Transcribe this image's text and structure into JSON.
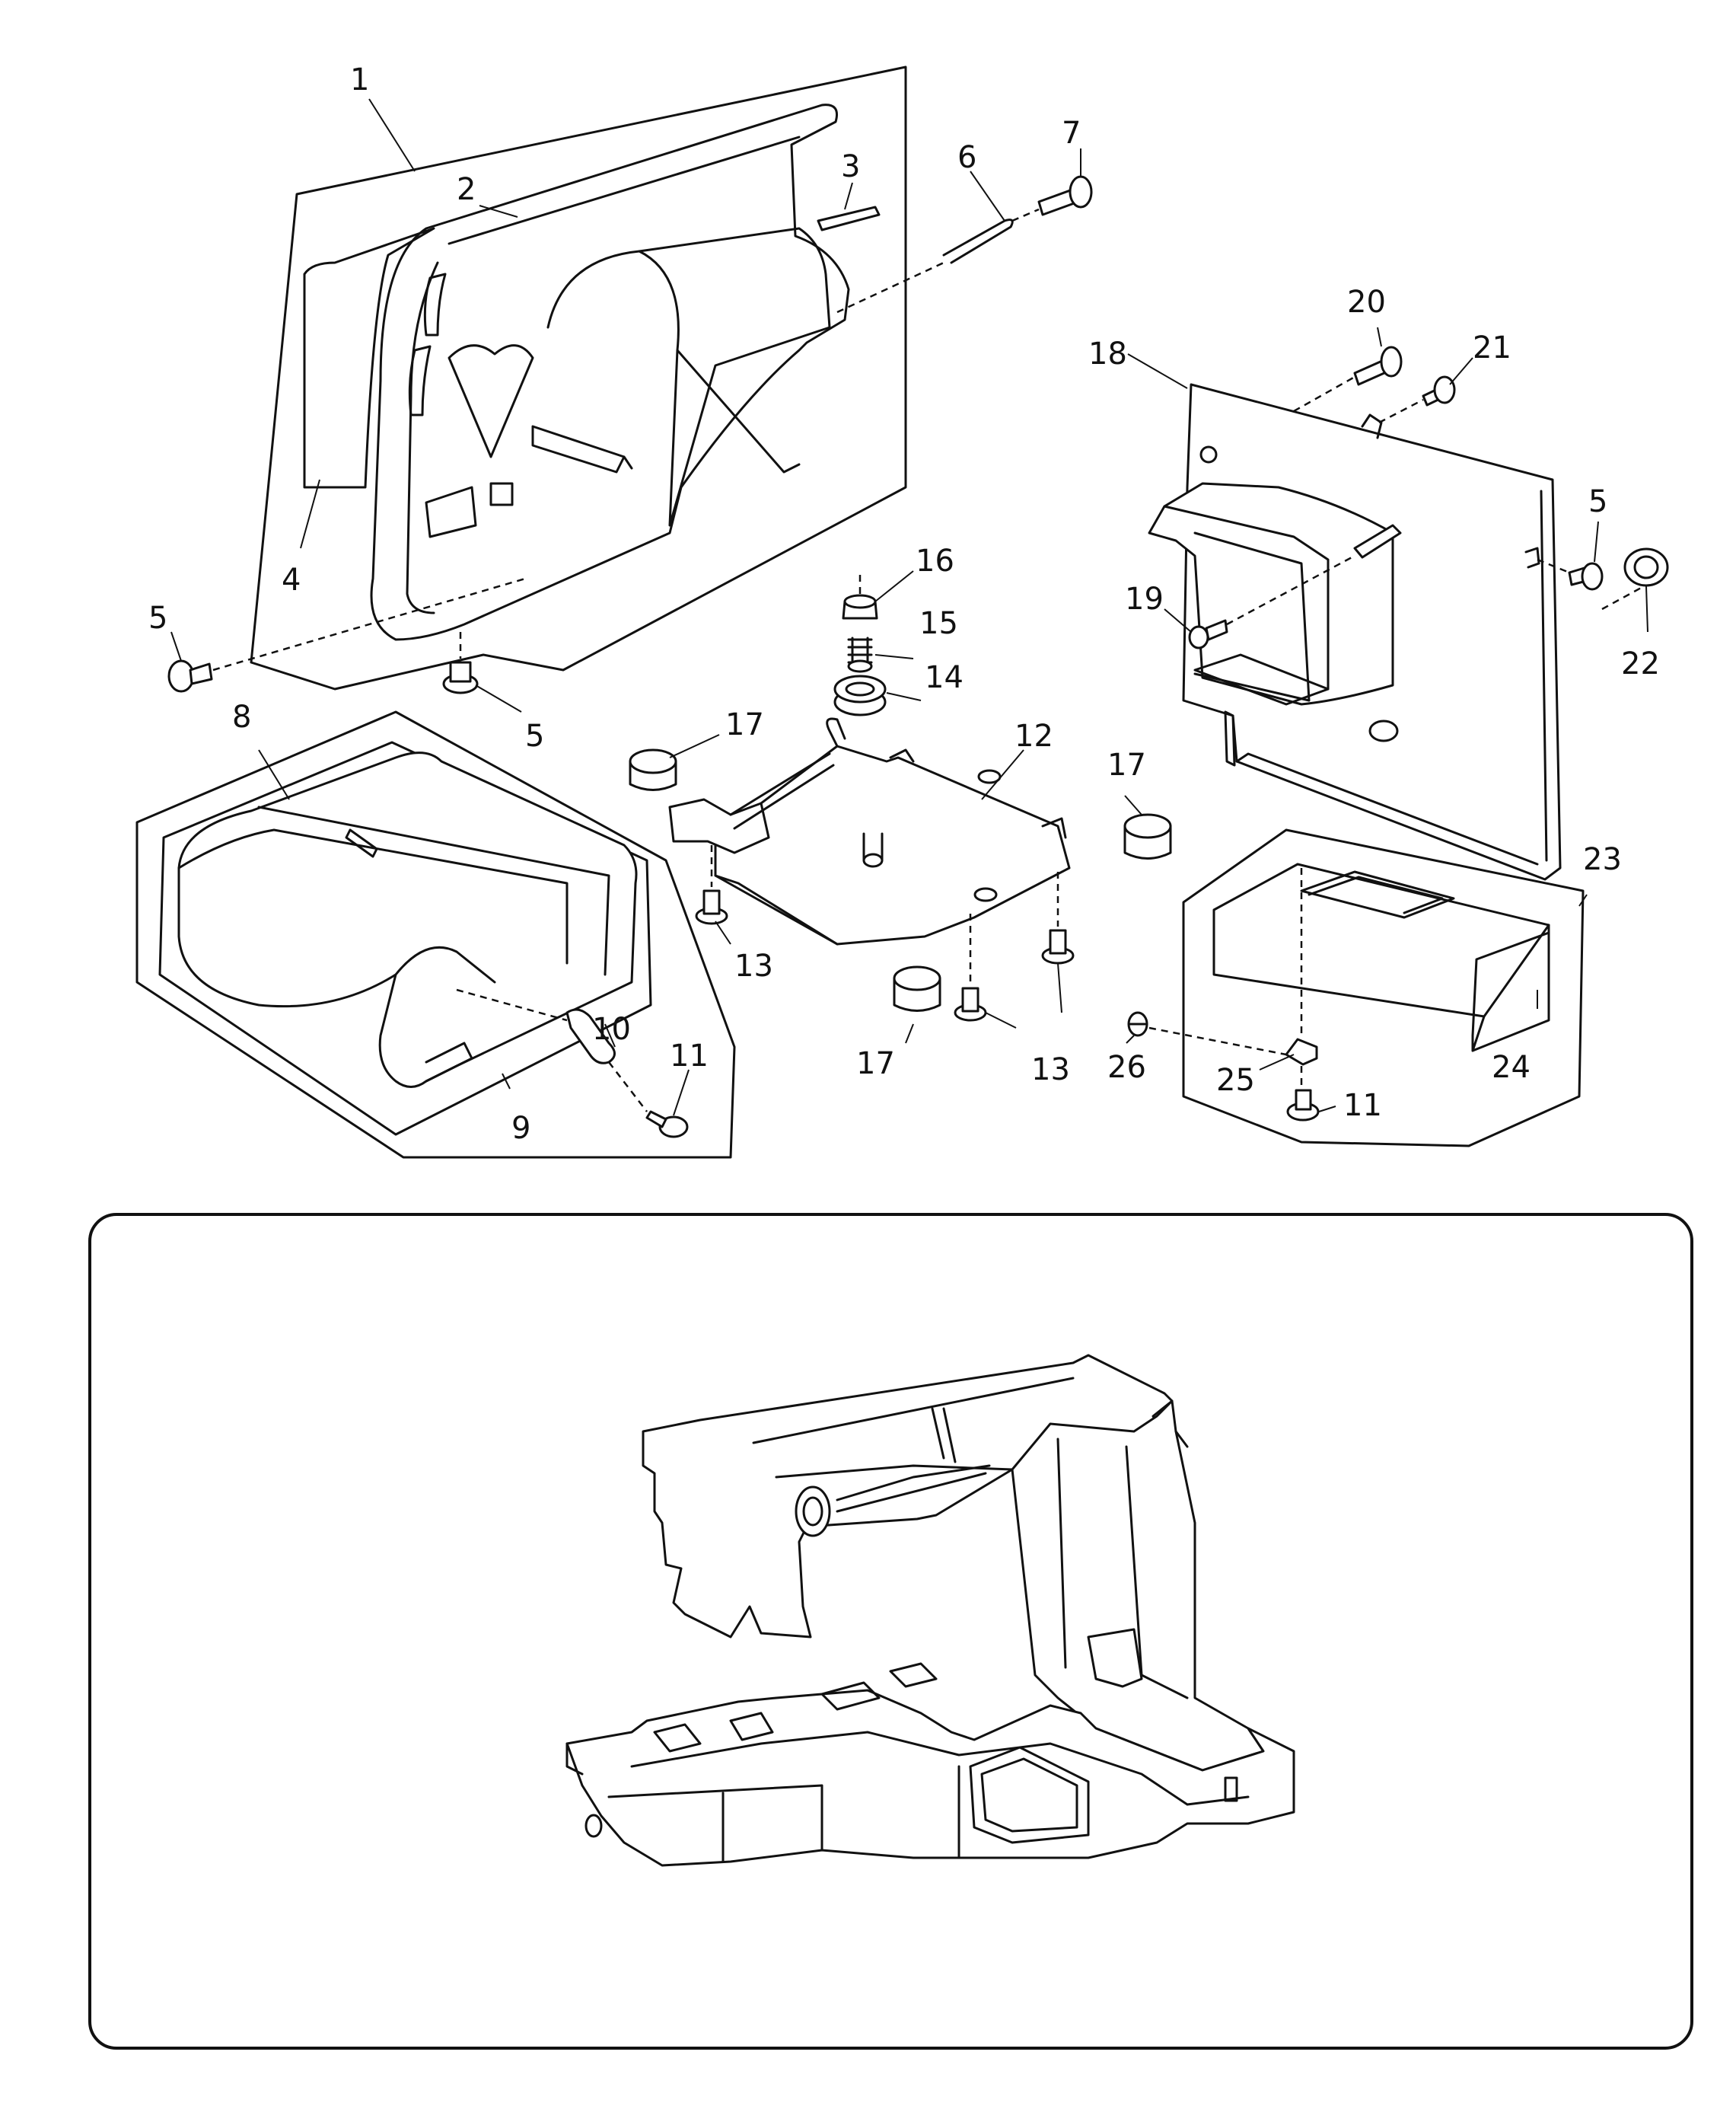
{
  "labels": {
    "p1": "1",
    "p2": "2",
    "p3": "3",
    "p4": "4",
    "p5a": "5",
    "p5b": "5",
    "p5c": "5",
    "p6": "6",
    "p7": "7",
    "p8": "8",
    "p9": "9",
    "p10": "10",
    "p11a": "11",
    "p11b": "11",
    "p12": "12",
    "p13a": "13",
    "p13b": "13",
    "p14": "14",
    "p15": "15",
    "p16": "16",
    "p17a": "17",
    "p17b": "17",
    "p17c": "17",
    "p18": "18",
    "p19": "19",
    "p20": "20",
    "p21": "21",
    "p22": "22",
    "p23": "23",
    "p24": "24",
    "p25": "25",
    "p26": "26"
  }
}
